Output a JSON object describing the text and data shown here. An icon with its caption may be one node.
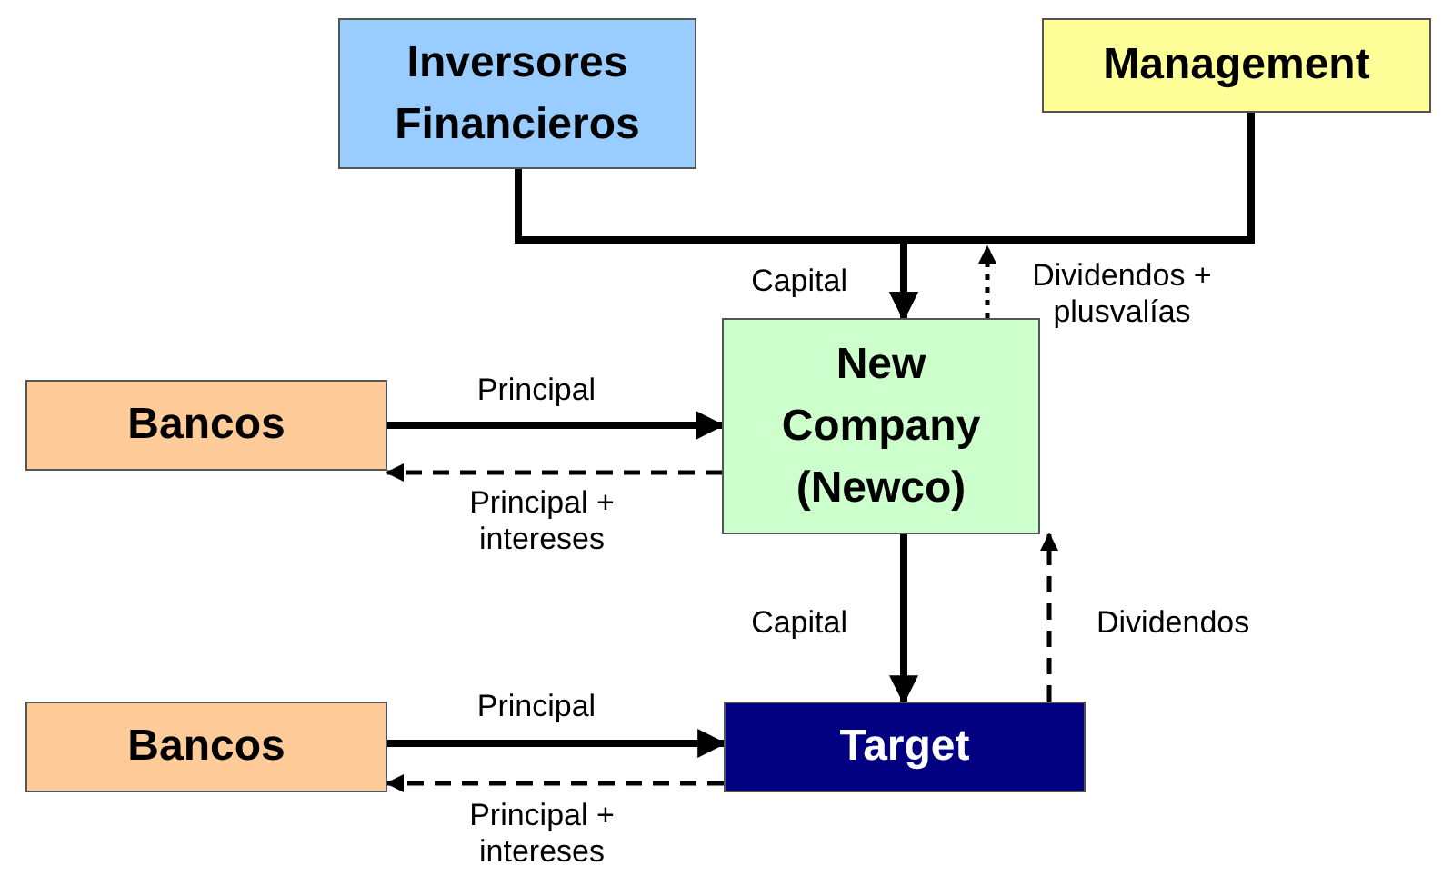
{
  "diagram": {
    "nodes": [
      {
        "text": [
          "Inversores Financieros"
        ]
      },
      {
        "text": [
          "Management"
        ]
      },
      {
        "text": [
          "New Company (Newco)"
        ]
      },
      {
        "text": [
          "Bancos"
        ]
      },
      {
        "text": [
          "Target"
        ]
      },
      {
        "text": [
          "Bancos"
        ]
      }
    ],
    "edges": [
      {
        "from": 0,
        "to": 2,
        "arrow": "to",
        "label": "Capital"
      },
      {
        "from": 1,
        "to": 2,
        "arrow": "to"
      },
      {
        "from": 2,
        "to": null,
        "arrow": "to",
        "style": "dashed",
        "label": "Dividendos + plusvalías"
      },
      {
        "from": 3,
        "to": 2,
        "arrow": "to",
        "label": "Principal"
      },
      {
        "from": 2,
        "to": 3,
        "arrow": "to",
        "style": "dashed",
        "label": "Principal + intereses"
      },
      {
        "from": 2,
        "to": 4,
        "arrow": "to",
        "label": "Capital"
      },
      {
        "from": 4,
        "to": 2,
        "arrow": "to",
        "style": "dashed",
        "label": "Dividendos"
      },
      {
        "from": 5,
        "to": 4,
        "arrow": "to",
        "label": "Principal"
      },
      {
        "from": 4,
        "to": 5,
        "arrow": "to",
        "style": "dashed",
        "label": "Principal + intereses"
      }
    ]
  }
}
